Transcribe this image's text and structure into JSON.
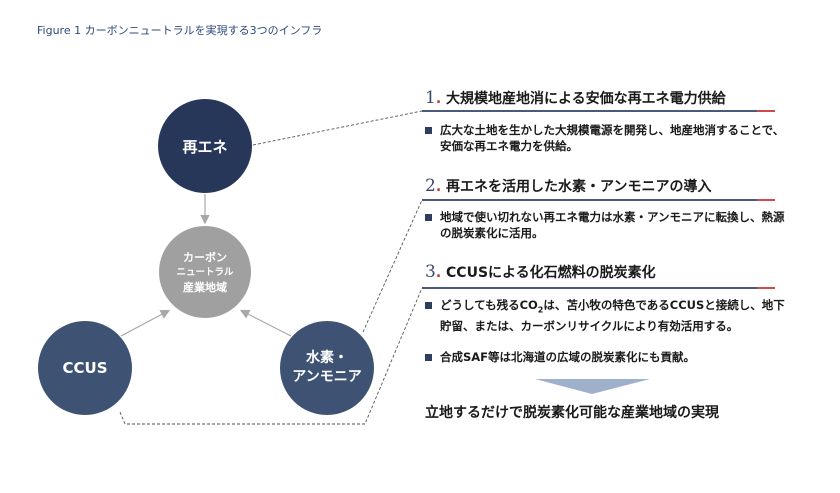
{
  "title": "Figure 1 カーボンニュートラルを実現する3つのインフラ",
  "nodes": {
    "renewable": "再エネ",
    "center_line1": "カーボン",
    "center_line2": "ニュートラル",
    "center_line3": "産業地域",
    "ccus": "CCUS",
    "hydrogen_line1": "水素・",
    "hydrogen_line2": "アンモニア"
  },
  "sections": [
    {
      "num": "1",
      "heading": "大規模地産地消による安価な再エネ電力供給",
      "bullets": [
        "広大な土地を生かした大規模電源を開発し、地産地消することで、安価な再エネ電力を供給。"
      ]
    },
    {
      "num": "2",
      "heading": "再エネを活用した水素・アンモニアの導入",
      "bullets": [
        "地域で使い切れない再エネ電力は水素・アンモニアに転換し、熱源の脱炭素化に活用。"
      ]
    },
    {
      "num": "3",
      "heading": "CCUSによる化石燃料の脱炭素化",
      "bullets": [
        "どうしても残るCO",
        "2",
        "は、苫小牧の特色であるCCUSと接続し、地下貯留、または、カーボンリサイクルにより有効活用する。",
        "合成SAF等は北海道の広域の脱炭素化にも貢献。"
      ]
    }
  ],
  "conclusion": "立地するだけで脱炭素化可能な産業地域の実現",
  "colors": {
    "dark_navy": "#273759",
    "navy": "#3e5273",
    "gray": "#a0a0a0",
    "accent_red": "#c94c4c"
  }
}
